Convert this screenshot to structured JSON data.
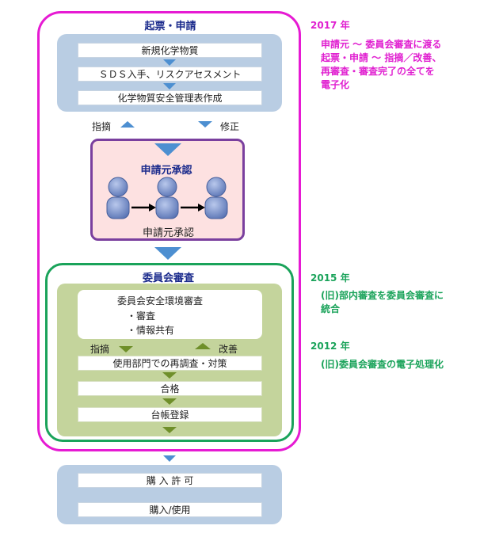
{
  "diagram": {
    "section_request": {
      "title": "起票・申請",
      "steps": [
        "新規化学物質",
        "ＳＤＳ入手、リスクアセスメント",
        "化学物質安全管理表作成"
      ]
    },
    "feedback_top": {
      "left_label": "指摘",
      "right_label": "修正"
    },
    "approval": {
      "title": "申請元承認",
      "caption": "申請元承認"
    },
    "committee": {
      "title": "委員会審査",
      "review_title": "委員会安全環境審査",
      "review_items": [
        "・審査",
        "・情報共有"
      ],
      "left_label": "指摘",
      "right_label": "改善",
      "steps": [
        "使用部門での再調査・対策",
        "合格",
        "台帳登録"
      ]
    },
    "purchase": {
      "steps": [
        "購 入 許 可",
        "購入/使用"
      ]
    },
    "notes": [
      {
        "year": "2017 年",
        "lines": [
          "申請元 ～ 委員会審査に渡る",
          "起票・申請 ～ 指摘／改善、",
          "再審査・審査完了の全てを",
          "電子化"
        ],
        "color": "#e020d0"
      },
      {
        "year": "2015 年",
        "lines": [
          "(旧)部内審査を委員会審査に",
          "統合"
        ],
        "color": "#1aa35a"
      },
      {
        "year": "2012 年",
        "lines": [
          "(旧)委員会審査の電子処理化"
        ],
        "color": "#1aa35a"
      }
    ]
  }
}
